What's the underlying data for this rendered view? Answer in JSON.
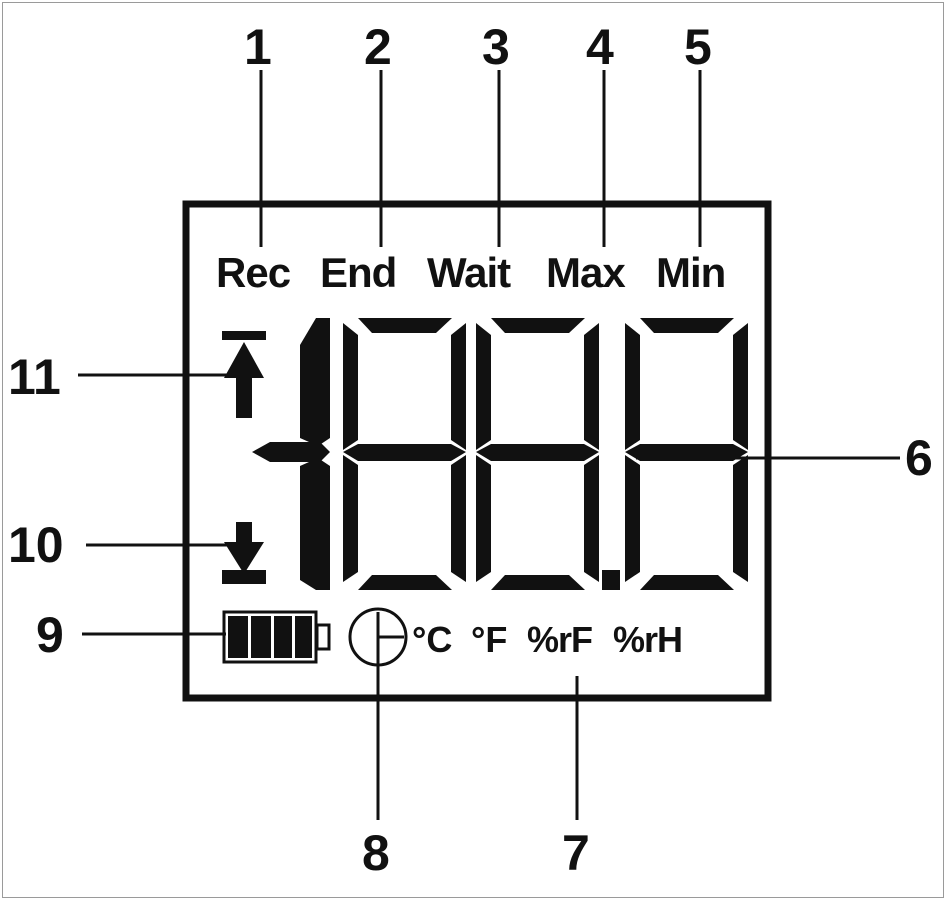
{
  "callouts": {
    "n1": "1",
    "n2": "2",
    "n3": "3",
    "n4": "4",
    "n5": "5",
    "n6": "6",
    "n7": "7",
    "n8": "8",
    "n9": "9",
    "n10": "10",
    "n11": "11"
  },
  "status_labels": {
    "rec": "Rec",
    "end": "End",
    "wait": "Wait",
    "max": "Max",
    "min": "Min"
  },
  "units": {
    "celsius": "°C",
    "fahrenheit": "°F",
    "rf": "%rF",
    "rh": "%rH"
  },
  "segment_display": {
    "leading_digit": "1",
    "digits": [
      "8",
      "8",
      "8"
    ],
    "decimal_point": true
  },
  "icons": {
    "arrow_up": "arrow-up-to-bar-icon",
    "arrow_down": "arrow-down-to-bar-icon",
    "battery": "battery-icon",
    "clock": "clock-icon"
  },
  "colors": {
    "ink": "#111111",
    "background": "#ffffff"
  }
}
